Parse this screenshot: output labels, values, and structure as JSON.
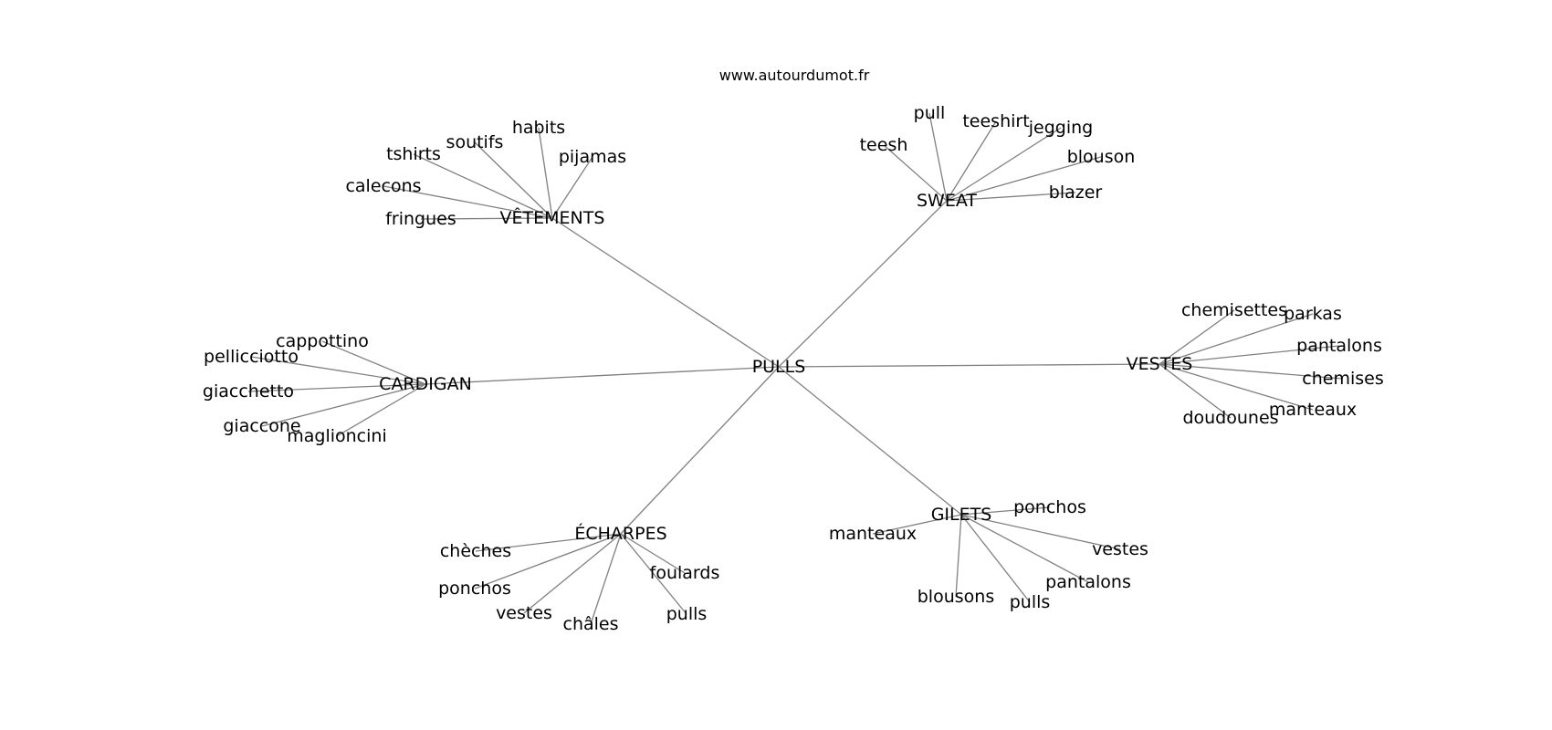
{
  "source": "www.autourdumot.fr",
  "graph": {
    "center": "PULLS",
    "hubs": [
      {
        "label": "VÊTEMENTS",
        "leaves": [
          "habits",
          "soutifs",
          "tshirts",
          "pijamas",
          "calecons",
          "fringues"
        ]
      },
      {
        "label": "SWEAT",
        "leaves": [
          "pull",
          "teeshirt",
          "teesh",
          "jegging",
          "blouson",
          "blazer"
        ]
      },
      {
        "label": "CARDIGAN",
        "leaves": [
          "cappottino",
          "pellicciotto",
          "giacchetto",
          "giaccone",
          "maglioncini"
        ]
      },
      {
        "label": "VESTES",
        "leaves": [
          "chemisettes",
          "parkas",
          "pantalons",
          "chemises",
          "manteaux",
          "doudounes"
        ]
      },
      {
        "label": "ÉCHARPES",
        "leaves": [
          "chèches",
          "ponchos",
          "vestes",
          "châles",
          "foulards",
          "pulls"
        ]
      },
      {
        "label": "GILETS",
        "leaves": [
          "ponchos",
          "manteaux",
          "vestes",
          "pantalons",
          "blousons",
          "pulls"
        ]
      }
    ]
  }
}
